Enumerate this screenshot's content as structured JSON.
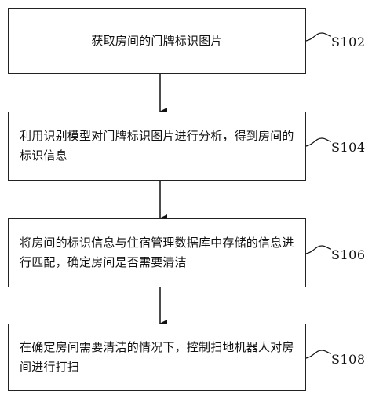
{
  "steps": [
    {
      "id": "S102",
      "text": "获取房间的门牌标识图片"
    },
    {
      "id": "S104",
      "text": "利用识别模型对门牌标识图片进行分析，得到房间的标识信息"
    },
    {
      "id": "S106",
      "text": "将房间的标识信息与住宿管理数据库中存储的信息进行匹配，确定房间是否需要清洁"
    },
    {
      "id": "S108",
      "text": "在确定房间需要清洁的情况下，控制扫地机器人对房间进行打扫"
    }
  ]
}
